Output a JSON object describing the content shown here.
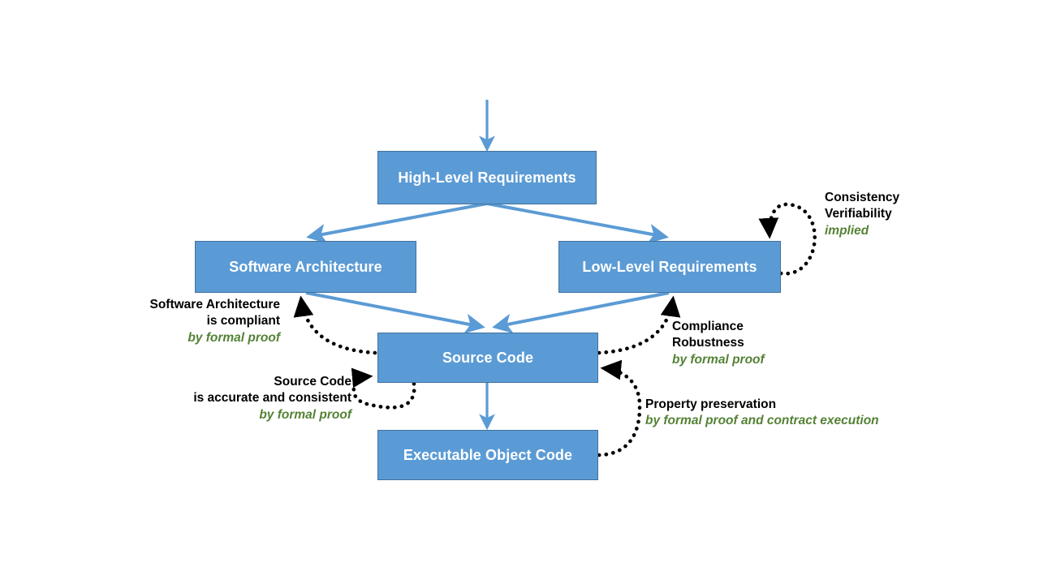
{
  "diagram": {
    "title": "DO-178C formal-methods development lifecycle data flow",
    "colors": {
      "node_fill": "#5B9BD5",
      "node_border": "#41719C",
      "node_text": "#FFFFFF",
      "solid_arrow": "#5B9BD5",
      "dotted_arrow": "#000000",
      "annotation_text": "#000000",
      "method_text": "#548235",
      "background": "#FFFFFF"
    },
    "nodes": [
      {
        "id": "hlr",
        "label": "High-Level Requirements"
      },
      {
        "id": "sa",
        "label": "Software Architecture"
      },
      {
        "id": "llr",
        "label": "Low-Level Requirements"
      },
      {
        "id": "sc",
        "label": "Source Code"
      },
      {
        "id": "eoc",
        "label": "Executable Object Code"
      }
    ],
    "annotations": [
      {
        "id": "consistency",
        "lines": [
          "Consistency",
          "Verifiability"
        ],
        "method": "implied",
        "align": "left"
      },
      {
        "id": "architecture-compliant",
        "lines": [
          "Software Architecture",
          "is compliant"
        ],
        "method": "by formal proof",
        "align": "right"
      },
      {
        "id": "source-accurate",
        "lines": [
          "Source Code",
          "is accurate and consistent"
        ],
        "method": "by formal proof",
        "align": "right"
      },
      {
        "id": "compliance-robustness",
        "lines": [
          "Compliance",
          "Robustness"
        ],
        "method": "by formal proof",
        "align": "left"
      },
      {
        "id": "property-preservation",
        "lines": [
          "Property preservation"
        ],
        "method": "by formal proof and contract execution",
        "align": "left"
      }
    ],
    "edges": [
      {
        "id": "in-to-hlr",
        "from": "input",
        "to": "hlr",
        "style": "solid",
        "arrow": "end"
      },
      {
        "id": "hlr-sa",
        "from": "hlr",
        "to": "sa",
        "style": "solid",
        "arrow": "end"
      },
      {
        "id": "hlr-llr",
        "from": "hlr",
        "to": "llr",
        "style": "solid",
        "arrow": "end"
      },
      {
        "id": "sa-sc",
        "from": "sa",
        "to": "sc",
        "style": "solid",
        "arrow": "end"
      },
      {
        "id": "llr-sc",
        "from": "llr",
        "to": "sc",
        "style": "solid",
        "arrow": "end"
      },
      {
        "id": "sc-eoc",
        "from": "sc",
        "to": "eoc",
        "style": "solid",
        "arrow": "end"
      },
      {
        "id": "llr-self",
        "from": "llr",
        "to": "llr",
        "style": "dotted",
        "arrow": "end"
      },
      {
        "id": "sc-sa",
        "from": "sc",
        "to": "sa",
        "style": "dotted",
        "arrow": "end"
      },
      {
        "id": "sc-self",
        "from": "sc",
        "to": "sc",
        "style": "dotted",
        "arrow": "end"
      },
      {
        "id": "sc-llr",
        "from": "sc",
        "to": "llr",
        "style": "dotted",
        "arrow": "end"
      },
      {
        "id": "eoc-sc",
        "from": "eoc",
        "to": "sc",
        "style": "dotted",
        "arrow": "end"
      }
    ]
  }
}
